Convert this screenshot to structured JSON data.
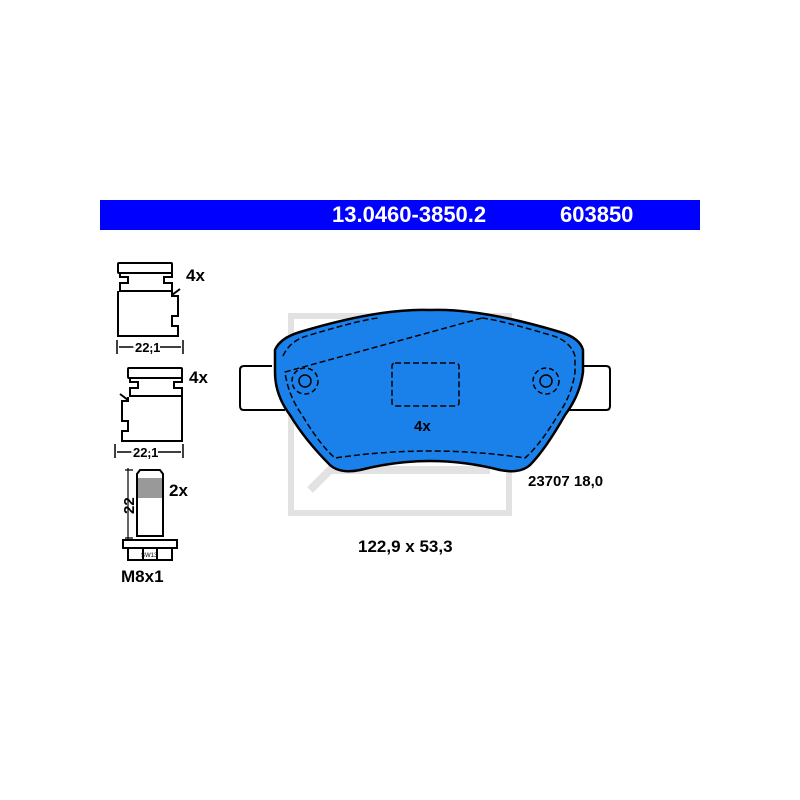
{
  "header": {
    "part_number": "13.0460-3850.2",
    "article_code": "603850"
  },
  "clip_1": {
    "quantity": "4x",
    "width_dim": "22,1"
  },
  "clip_2": {
    "quantity": "4x",
    "width_dim": "22,1"
  },
  "bolt": {
    "quantity": "2x",
    "length_dim": "22",
    "wrench_size": "SW13",
    "thread": "M8x1"
  },
  "pad": {
    "quantity": "4x",
    "wva_thickness": "23707 18,0",
    "dimensions": "122,9 x 53,3"
  },
  "colors": {
    "header": "#0000ff",
    "pad": "#1a80ea"
  }
}
